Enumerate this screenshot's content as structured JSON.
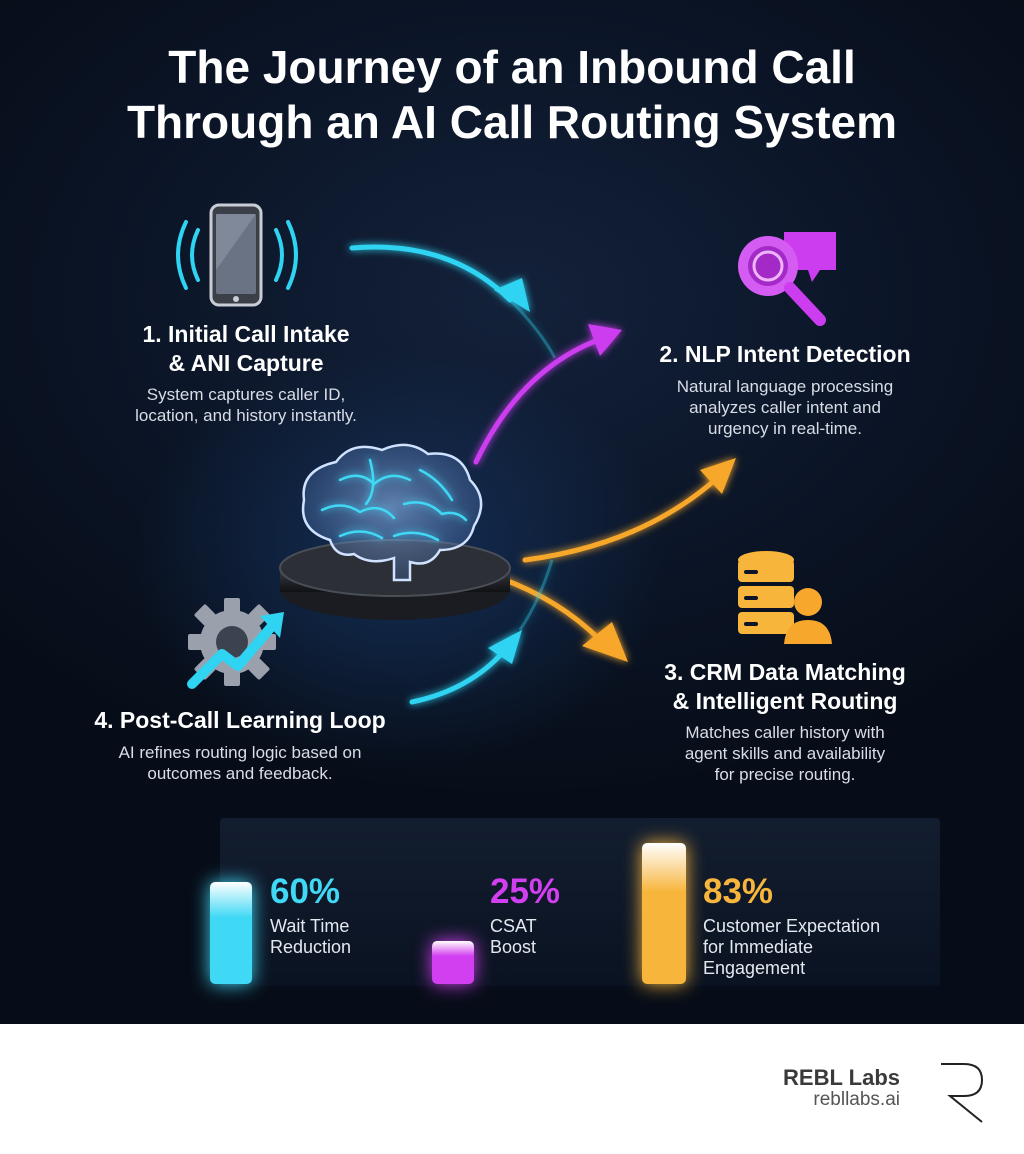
{
  "title": {
    "line1": "The Journey of an Inbound Call",
    "line2": "Through an AI Call Routing System"
  },
  "steps": [
    {
      "title_lines": [
        "1. Initial Call Intake",
        "& ANI Capture"
      ],
      "desc_lines": [
        "System captures caller ID,",
        "location, and history instantly."
      ],
      "icon": "smartphone-signal-icon"
    },
    {
      "title_lines": [
        "2. NLP Intent Detection"
      ],
      "desc_lines": [
        "Natural language processing",
        "analyzes caller intent and",
        "urgency in real-time."
      ],
      "icon": "magnifier-chat-icon"
    },
    {
      "title_lines": [
        "3. CRM Data Matching",
        "& Intelligent Routing"
      ],
      "desc_lines": [
        "Matches caller history with",
        "agent skills and availability",
        "for precise routing."
      ],
      "icon": "database-user-icon"
    },
    {
      "title_lines": [
        "4. Post-Call Learning Loop"
      ],
      "desc_lines": [
        "AI refines routing logic based on",
        "outcomes and feedback."
      ],
      "icon": "gear-growth-icon"
    }
  ],
  "center_icon": "ai-brain-icon",
  "stats": [
    {
      "value": "60%",
      "label_lines": [
        "Wait Time",
        "Reduction"
      ],
      "color": "#3fd8f5",
      "level": 0.6
    },
    {
      "value": "25%",
      "label_lines": [
        "CSAT",
        "Boost"
      ],
      "color": "#d23ff0",
      "level": 0.25
    },
    {
      "value": "83%",
      "label_lines": [
        "Customer Expectation",
        "for Immediate",
        "Engagement"
      ],
      "color": "#f7b53b",
      "level": 0.83
    }
  ],
  "colors": {
    "cyan": "#2fd4f2",
    "magenta": "#cc3df0",
    "orange": "#f7a72c",
    "background": "#0b1527"
  },
  "brand": {
    "name": "REBL Labs",
    "url": "rebllabs.ai"
  }
}
